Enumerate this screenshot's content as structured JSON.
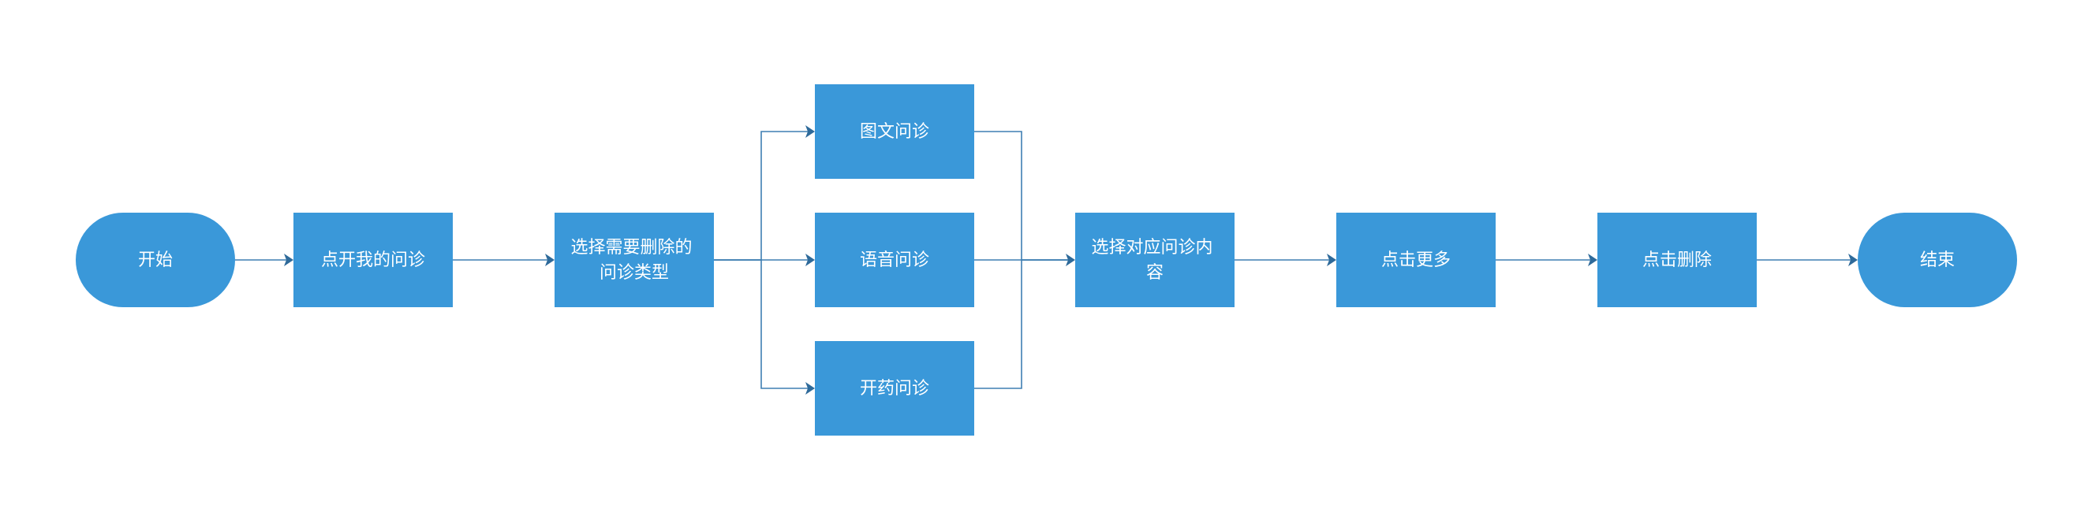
{
  "diagram": {
    "type": "flowchart",
    "colors": {
      "node_fill": "#3a98d9",
      "node_text": "#ffffff",
      "edge": "#3f7fb2",
      "arrow": "#2e6a9a"
    },
    "nodes": {
      "start": {
        "shape": "terminal",
        "label": "开始"
      },
      "open_my_consult": {
        "shape": "process",
        "label": "点开我的问诊"
      },
      "select_type": {
        "shape": "process",
        "label_lines": [
          "选择需要删除的",
          "问诊类型"
        ]
      },
      "text_consult": {
        "shape": "process",
        "label": "图文问诊"
      },
      "voice_consult": {
        "shape": "process",
        "label": "语音问诊"
      },
      "prescription_consult": {
        "shape": "process",
        "label": "开药问诊"
      },
      "select_content": {
        "shape": "process",
        "label_lines": [
          "选择对应问诊内",
          "容"
        ]
      },
      "click_more": {
        "shape": "process",
        "label": "点击更多"
      },
      "click_delete": {
        "shape": "process",
        "label": "点击删除"
      },
      "end": {
        "shape": "terminal",
        "label": "结束"
      }
    },
    "edges": [
      {
        "from": "start",
        "to": "open_my_consult"
      },
      {
        "from": "open_my_consult",
        "to": "select_type"
      },
      {
        "from": "select_type",
        "to": "text_consult"
      },
      {
        "from": "select_type",
        "to": "voice_consult"
      },
      {
        "from": "select_type",
        "to": "prescription_consult"
      },
      {
        "from": "text_consult",
        "to": "select_content"
      },
      {
        "from": "voice_consult",
        "to": "select_content"
      },
      {
        "from": "prescription_consult",
        "to": "select_content"
      },
      {
        "from": "select_content",
        "to": "click_more"
      },
      {
        "from": "click_more",
        "to": "click_delete"
      },
      {
        "from": "click_delete",
        "to": "end"
      }
    ]
  }
}
